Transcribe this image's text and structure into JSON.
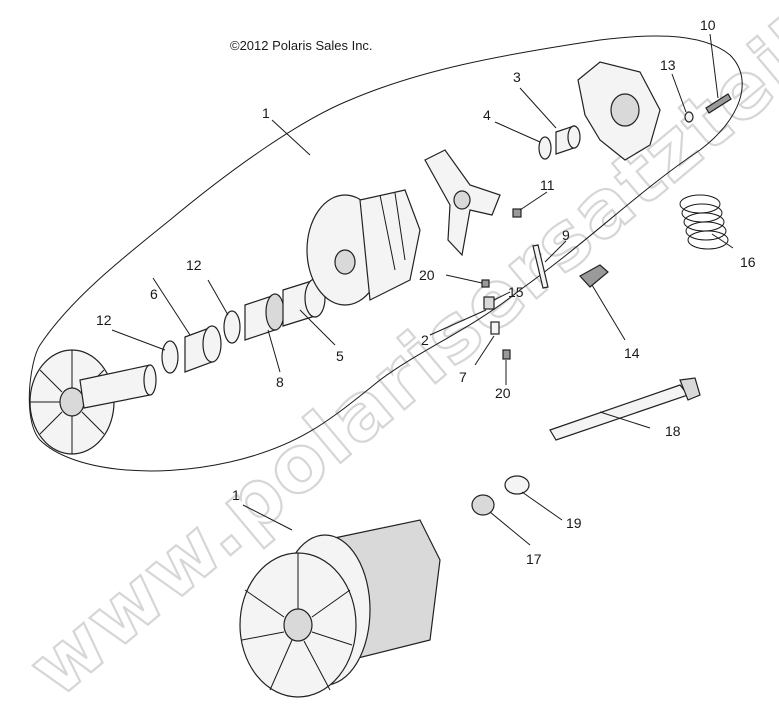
{
  "copyright": "©2012 Polaris Sales Inc.",
  "watermark": "www.polarisersatzteile.de",
  "callouts": {
    "c1": "1",
    "c1b": "1",
    "c2": "2",
    "c3": "3",
    "c4": "4",
    "c5": "5",
    "c6": "6",
    "c7": "7",
    "c8": "8",
    "c9": "9",
    "c10": "10",
    "c11": "11",
    "c12a": "12",
    "c12b": "12",
    "c13": "13",
    "c14": "14",
    "c15": "15",
    "c16": "16",
    "c17": "17",
    "c18": "18",
    "c19": "19",
    "c20a": "20",
    "c20b": "20"
  }
}
